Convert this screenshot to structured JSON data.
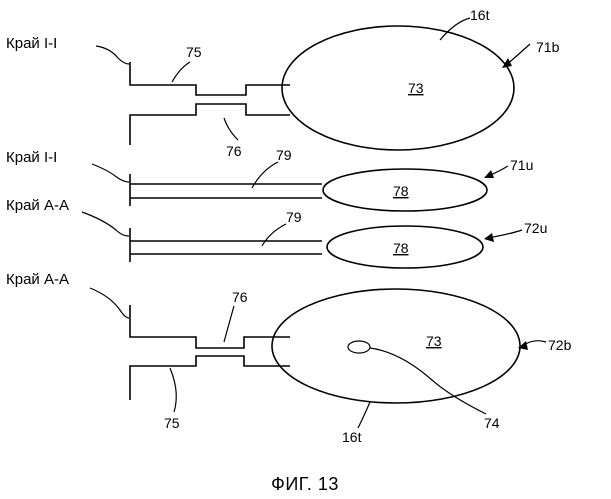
{
  "figure": {
    "caption": "ФИГ. 13",
    "edge_labels": {
      "i1": "Край I-I",
      "i2": "Край I-I",
      "a1": "Край A-A",
      "a2": "Край A-A"
    },
    "refs": {
      "r16t_top": "16t",
      "r71b": "71b",
      "r75_top": "75",
      "r73_top": "73",
      "r76_top": "76",
      "r79_a": "79",
      "r71u": "71u",
      "r78_a": "78",
      "r79_b": "79",
      "r72u": "72u",
      "r78_b": "78",
      "r76_bot": "76",
      "r73_bot": "73",
      "r72b": "72b",
      "r75_bot": "75",
      "r74": "74",
      "r16t_bot": "16t"
    }
  }
}
